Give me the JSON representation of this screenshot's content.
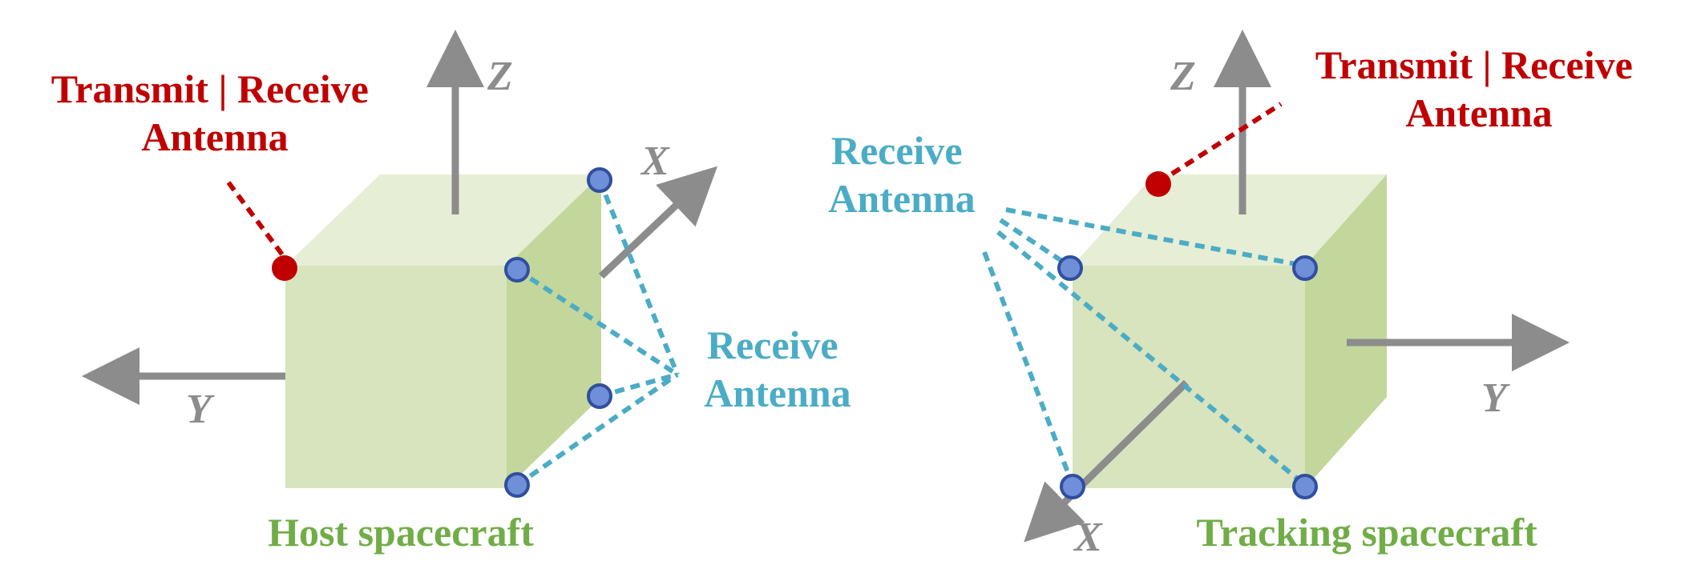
{
  "colors": {
    "transmit": "#c00000",
    "receive": "#4bacc6",
    "craft_label": "#70ad47",
    "axis": "#8c8c8c",
    "cube_front": "#d7e4bd",
    "cube_top": "#e6eed5",
    "cube_side": "#c3d69b",
    "antenna_fill": "#6f8fd8",
    "antenna_stroke": "#2f4f9f"
  },
  "left": {
    "craft_label": "Host spacecraft",
    "tx_label": [
      "Transmit | Receive",
      "Antenna"
    ],
    "rx_label": [
      "Receive",
      "Antenna"
    ],
    "axes": {
      "z": "Z",
      "x": "X",
      "y": "Y"
    }
  },
  "right": {
    "craft_label": "Tracking spacecraft",
    "tx_label": [
      "Transmit | Receive",
      "Antenna"
    ],
    "rx_label": [
      "Receive",
      "Antenna"
    ],
    "axes": {
      "z": "Z",
      "x": "X",
      "y": "Y"
    }
  }
}
